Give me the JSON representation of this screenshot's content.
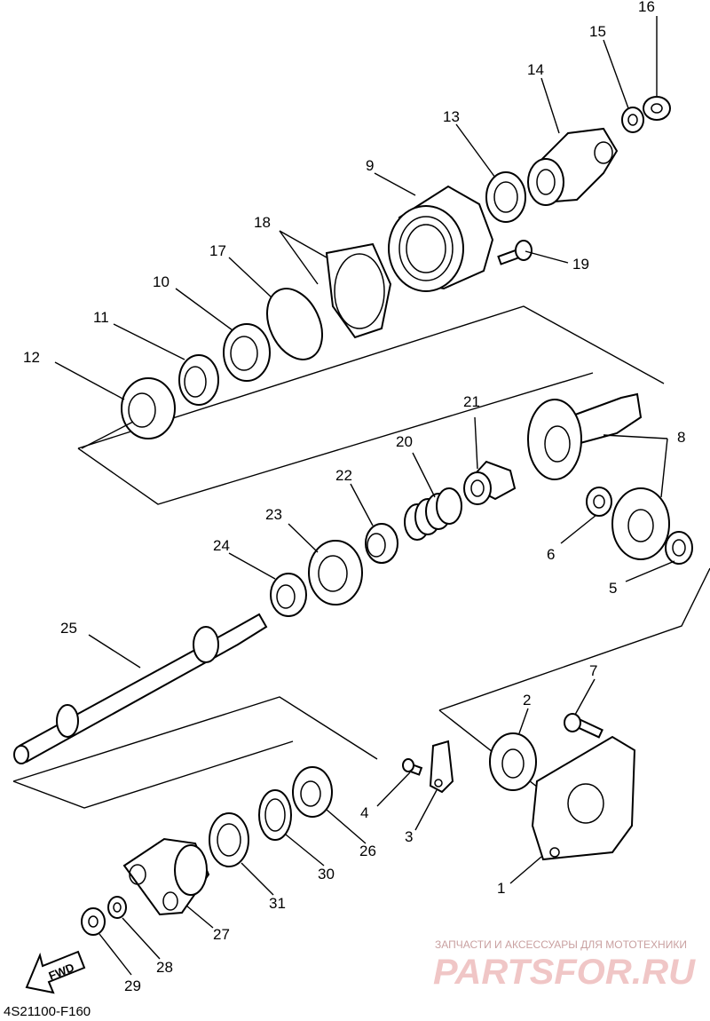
{
  "diagram": {
    "code": "4S21100-F160",
    "fwd_label": "FWD",
    "part_labels": [
      "1",
      "2",
      "3",
      "4",
      "5",
      "6",
      "7",
      "8",
      "9",
      "10",
      "11",
      "12",
      "13",
      "14",
      "15",
      "16",
      "17",
      "18",
      "19",
      "20",
      "21",
      "22",
      "23",
      "24",
      "25",
      "26",
      "27",
      "28",
      "29",
      "30",
      "31"
    ]
  },
  "watermark": {
    "tagline": "ЗАПЧАСТИ И АКСЕССУАРЫ ДЛЯ МОТОТЕХНИКИ",
    "logo": "PARTSFOR.RU"
  }
}
